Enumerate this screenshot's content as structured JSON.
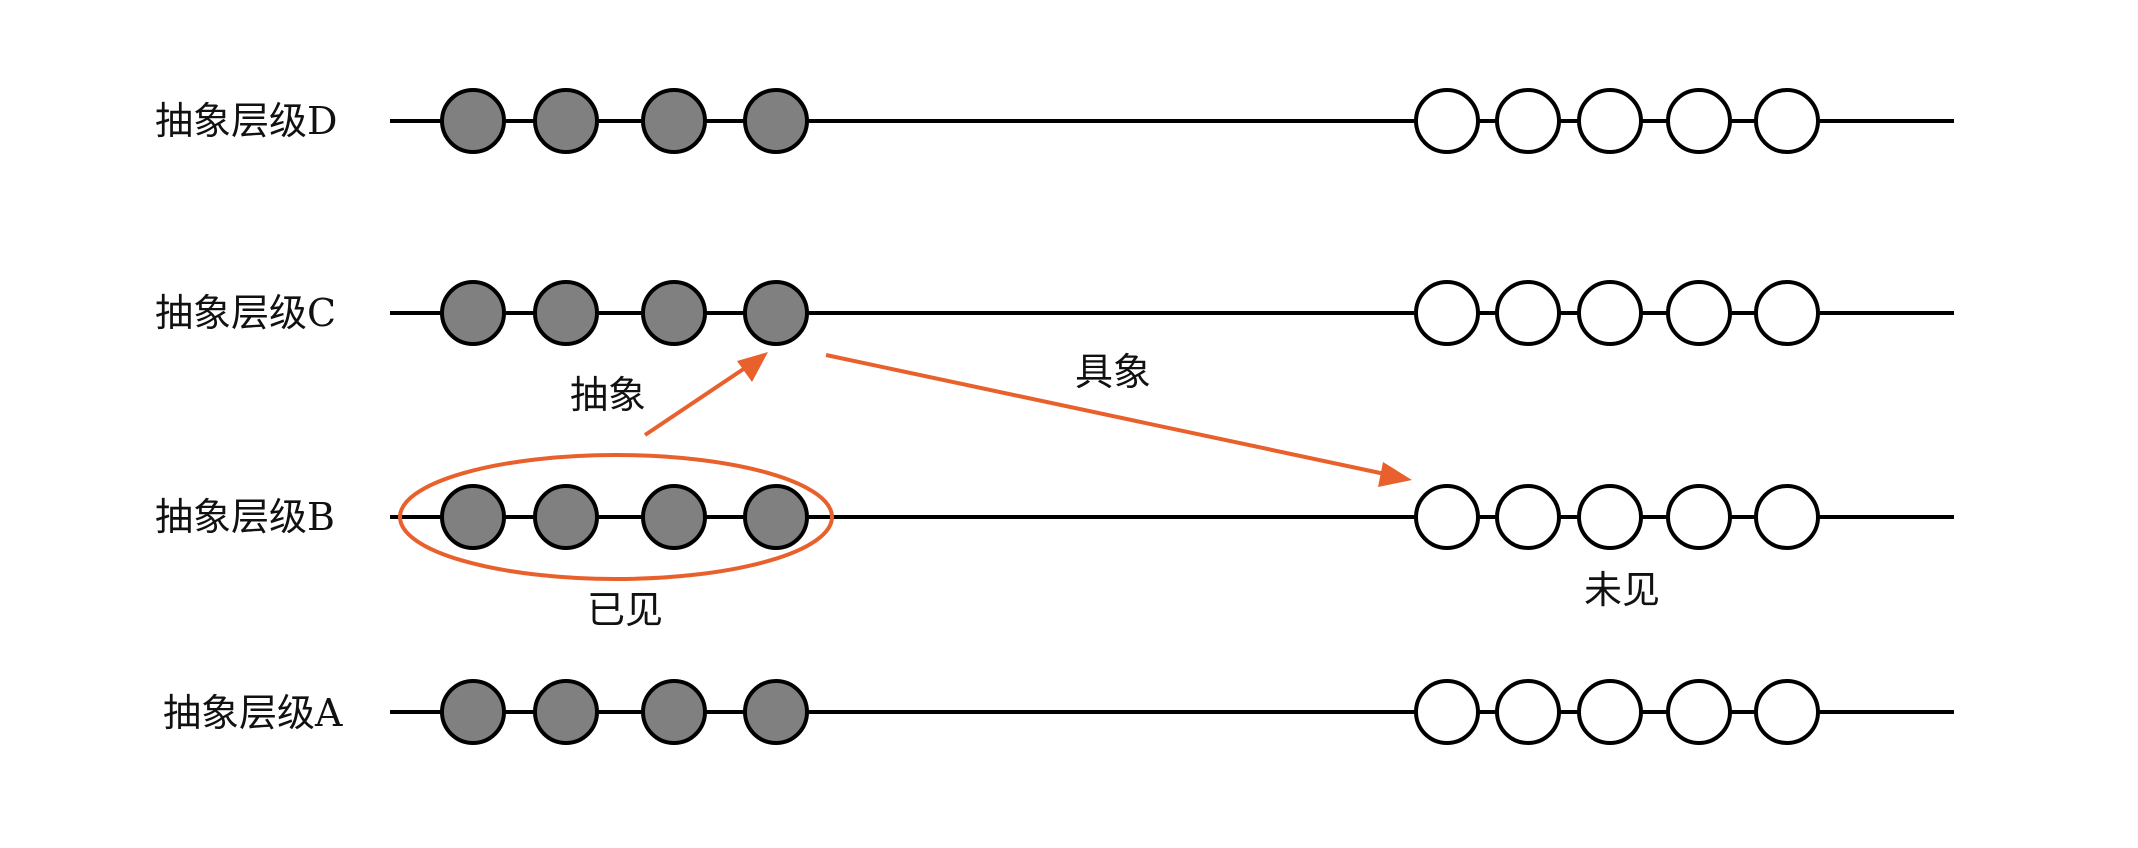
{
  "levels": [
    {
      "id": "D",
      "label": "抽象层级D"
    },
    {
      "id": "C",
      "label": "抽象层级C"
    },
    {
      "id": "B",
      "label": "抽象层级B"
    },
    {
      "id": "A",
      "label": "抽象层级A"
    }
  ],
  "groups": {
    "seen_count": 4,
    "unseen_count": 5
  },
  "annotations": {
    "abstract": "抽象",
    "concrete": "具象",
    "seen": "已见",
    "unseen": "未见"
  },
  "colors": {
    "seen_fill": "#808080",
    "unseen_fill": "#ffffff",
    "line": "#000000",
    "accent": "#e8612c"
  }
}
